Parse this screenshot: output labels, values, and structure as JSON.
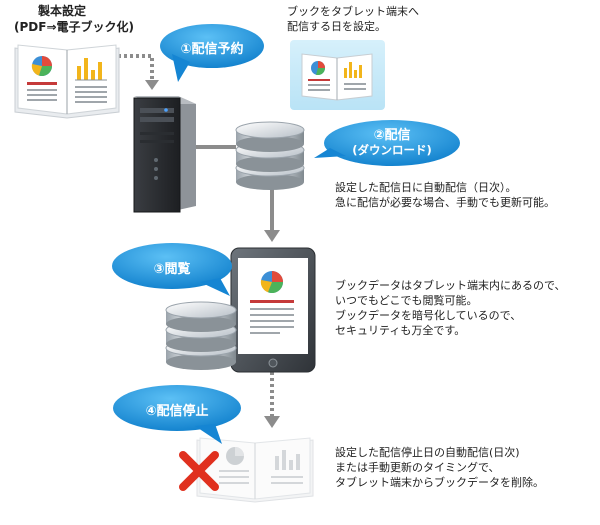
{
  "book_settings": {
    "title": "製本設定",
    "subtitle": "(PDF⇒電子ブック化)"
  },
  "steps": [
    {
      "label": "①配信予約"
    },
    {
      "label": "②配信",
      "sublabel": "(ダウンロード)"
    },
    {
      "label": "③閲覧"
    },
    {
      "label": "④配信停止"
    }
  ],
  "descriptions": {
    "schedule": [
      "ブックをタブレット端末へ",
      "配信する日を設定。"
    ],
    "deliver": [
      "設定した配信日に自動配信（日次）。",
      "急に配信が必要な場合、手動でも更新可能。"
    ],
    "browse": [
      "ブックデータはタブレット端末内にあるので、",
      "いつでもどこでも閲覧可能。",
      "ブックデータを暗号化しているので、",
      "セキュリティも万全です。"
    ],
    "stop": [
      "設定した配信停止日の自動配信(日次)",
      "または手動更新のタイミングで、",
      "タブレット端末からブックデータを削除。"
    ]
  },
  "colors": {
    "bubble": "#1f9be0",
    "bubble_dark": "#0c72c0",
    "cross": "#e0301e",
    "arrow": "#8c8c8c"
  }
}
